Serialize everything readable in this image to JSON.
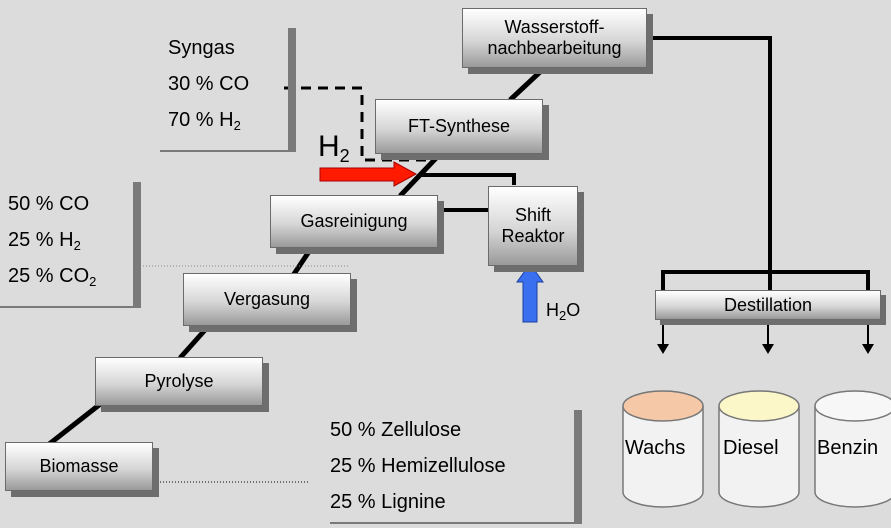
{
  "process": {
    "biomasse": "Biomasse",
    "pyrolyse": "Pyrolyse",
    "vergasung": "Vergasung",
    "gasreinigung": "Gasreinigung",
    "ft_synthese": "FT-Synthese",
    "wasserstoff_line1": "Wasserstoff-",
    "wasserstoff_line2": "nachbearbeitung",
    "shift_line1": "Shift",
    "shift_line2": "Reaktor",
    "destillation": "Destillation"
  },
  "syngas": {
    "title": "Syngas",
    "co": "30 % CO",
    "h2_prefix": "70 % H",
    "h2_sub": "2"
  },
  "gas_mix": {
    "co": "50 % CO",
    "h2_prefix": "25 % H",
    "h2_sub": "2",
    "co2_prefix": "25 % CO",
    "co2_sub": "2"
  },
  "biomass_composition": {
    "line1": "50 % Zellulose",
    "line2": "25 % Hemizellulose",
    "line3": "25 % Lignine"
  },
  "h2_label": {
    "main": "H",
    "sub": "2"
  },
  "h2o_label": {
    "main": "H",
    "sub": "2",
    "tail": "O"
  },
  "products": [
    {
      "label": "Wachs",
      "color": "#f5c9a8"
    },
    {
      "label": "Diesel",
      "color": "#fbf7c8"
    },
    {
      "label": "Benzin",
      "color": "#f7f7f7"
    }
  ],
  "colors": {
    "background": "#dcdcdc",
    "h2_arrow": "#ff1a00",
    "h2o_arrow": "#3a6ff0"
  }
}
